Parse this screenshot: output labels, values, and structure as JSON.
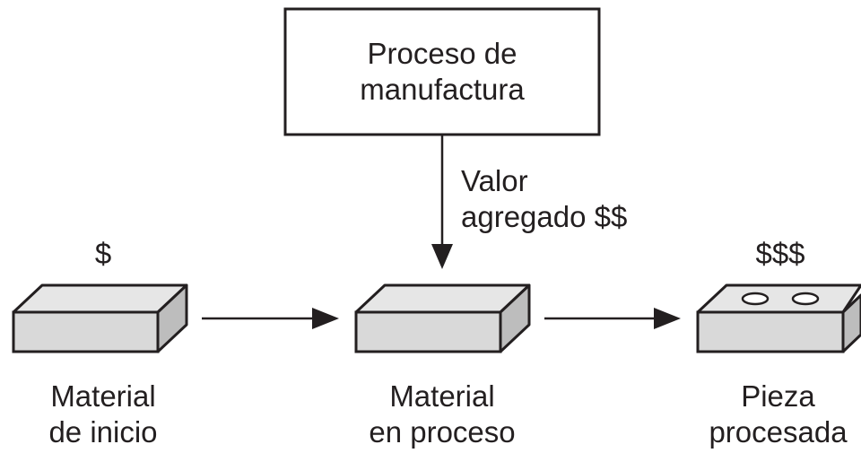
{
  "process_box": {
    "line1": "Proceso de",
    "line2": "manufactura"
  },
  "value_added": {
    "line1": "Valor",
    "line2": "agregado $$"
  },
  "stages": [
    {
      "price": "$",
      "line1": "Material",
      "line2": "de inicio"
    },
    {
      "price": "",
      "line1": "Material",
      "line2": "en proceso"
    },
    {
      "price": "$$$",
      "line1": "Pieza",
      "line2": "procesada"
    }
  ],
  "colors": {
    "block_fill": "#d9d9d9",
    "block_top": "#e6e6e6",
    "block_side": "#bdbdbd",
    "stroke": "#231f20"
  }
}
